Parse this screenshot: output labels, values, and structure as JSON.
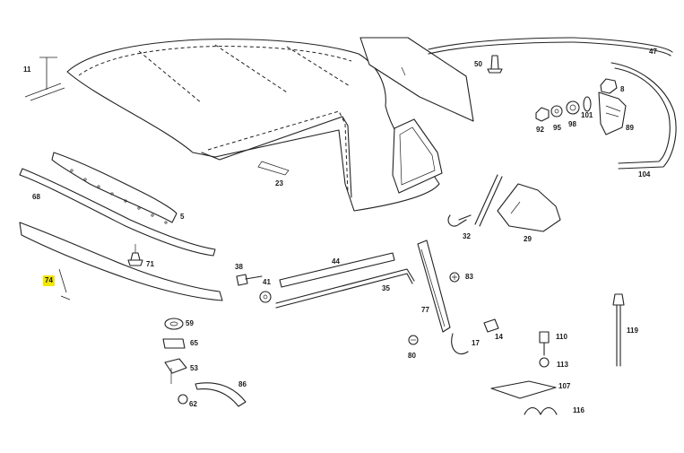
{
  "diagram": {
    "labels": {
      "p5": "5",
      "p8": "8",
      "p11": "11",
      "p14": "14",
      "p17": "17",
      "p23": "23",
      "p29": "29",
      "p32": "32",
      "p35": "35",
      "p38": "38",
      "p41": "41",
      "p44": "44",
      "p47": "47",
      "p50": "50",
      "p53": "53",
      "p59": "59",
      "p62": "62",
      "p65": "65",
      "p68": "68",
      "p71": "71",
      "p74": "74",
      "p77": "77",
      "p80": "80",
      "p83": "83",
      "p86": "86",
      "p89": "89",
      "p92": "92",
      "p95": "95",
      "p98": "98",
      "p101": "101",
      "p104": "104",
      "p107": "107",
      "p110": "110",
      "p113": "113",
      "p116": "116",
      "p119": "119"
    },
    "highlight_color": "#f3e600"
  }
}
